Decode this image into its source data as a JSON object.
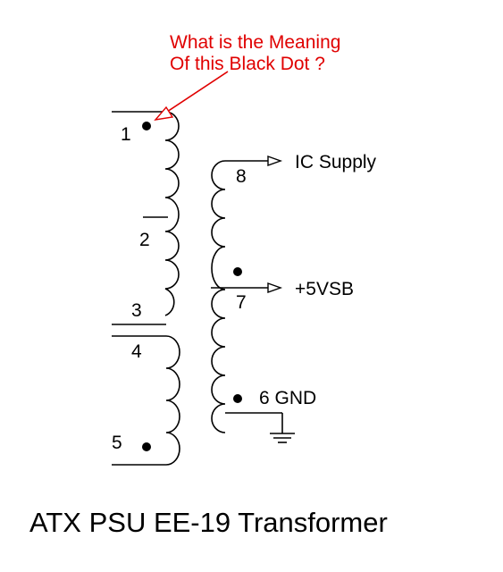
{
  "annotation": {
    "line1": "What is the Meaning",
    "line2": "Of this Black Dot ?",
    "color": "#e00000"
  },
  "pins": {
    "p1": "1",
    "p2": "2",
    "p3": "3",
    "p4": "4",
    "p5": "5",
    "p6": "6 GND",
    "p7": "7",
    "p8": "8"
  },
  "outputs": {
    "ic_supply": "IC Supply",
    "vsb": "+5VSB"
  },
  "title": "ATX PSU EE-19 Transformer"
}
